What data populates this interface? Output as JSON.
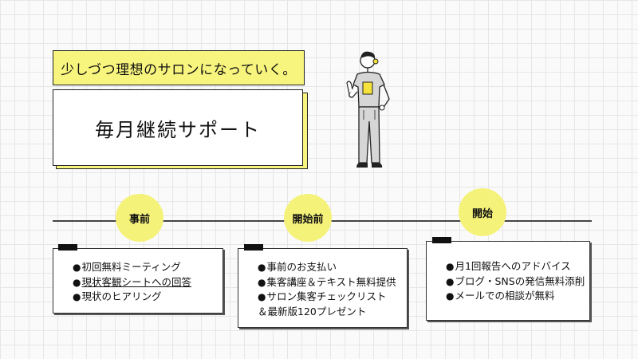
{
  "header": {
    "subtitle": "少しづつ理想のサロンになっていく。",
    "title": "毎月継続サポート"
  },
  "timeline": {
    "stages": [
      {
        "label": "事前",
        "items": [
          "初回無料ミーティング",
          "現状客観シートへの回答",
          "現状のヒアリング"
        ]
      },
      {
        "label": "開始前",
        "items": [
          "事前のお支払い",
          "集客講座＆テキスト無料提供",
          "サロン集客チェックリスト"
        ],
        "continuation": "＆最新版120プレゼント"
      },
      {
        "label": "開始",
        "items": [
          "月1回報告へのアドバイス",
          "ブログ・SNSの発信無料添削",
          "メールでの相談が無料"
        ]
      }
    ]
  },
  "colors": {
    "accent": "#f8f57e",
    "grid": "#e6e6e6"
  },
  "illustration": "person-thumbs-up-icon"
}
